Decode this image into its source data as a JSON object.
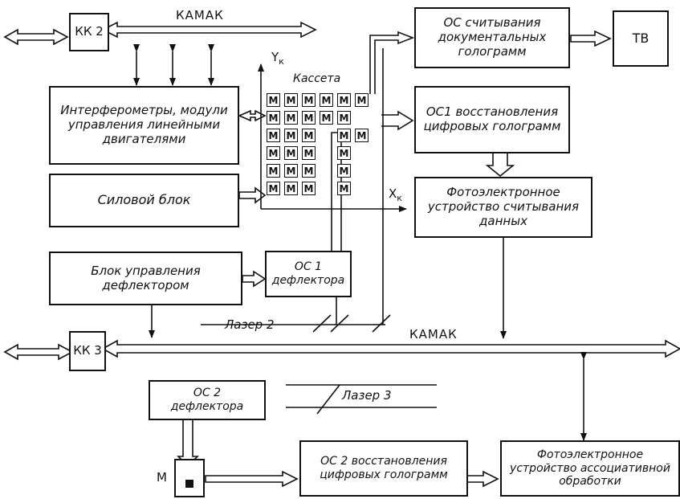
{
  "buses": {
    "top": "КАМАК",
    "bottom": "КАМАК"
  },
  "boxes": {
    "kk2": "КК 2",
    "kk3": "КК 3",
    "tv": "ТВ",
    "os_doc": "ОС считывания документальных голограмм",
    "os1_restore": "ОС1 восстановления цифровых голограмм",
    "interferometers": "Интерферометры, модули управления линейными двигателями",
    "power_block": "Силовой блок",
    "photo_reader": "Фотоэлектронное устройство считывания данных",
    "deflector_control": "Блок управления дефлектором",
    "os1_deflector": "ОС 1 дефлектора",
    "os2_deflector": "ОС 2 дефлектора",
    "os2_restore": "ОС 2 восстановления цифровых голограмм",
    "photo_assoc": "Фотоэлектронное устройство ассоциативной обработки",
    "m_box": "М"
  },
  "cassette": {
    "title": "Кассета",
    "y_axis": "Y",
    "y_sub": "к",
    "x_axis": "X",
    "x_sub": "к",
    "cell_label": "М"
  },
  "lasers": {
    "laser2": "Лазер 2",
    "laser3": "Лазер 3"
  }
}
